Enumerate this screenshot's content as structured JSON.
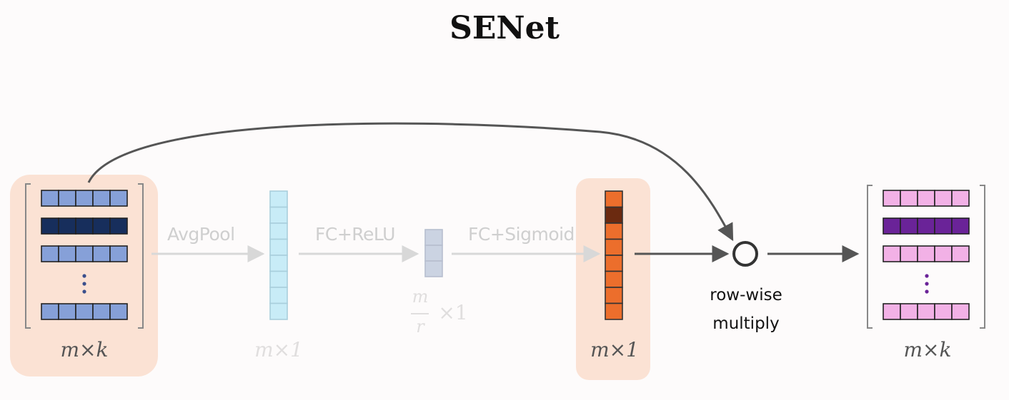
{
  "title": "SENet",
  "steps": {
    "avgpool": "AvgPool",
    "fc_relu": "FC+ReLU",
    "fc_sigmoid": "FC+Sigmoid"
  },
  "dims": {
    "input": "m×k",
    "pooled": "m×1",
    "reduced_num": "m",
    "reduced_den": "r",
    "reduced_suffix": "×1",
    "weights": "m×1",
    "output": "m×k"
  },
  "operation": {
    "line1": "row-wise",
    "line2": "multiply"
  },
  "colors": {
    "input_cell": "#86a0d8",
    "input_highlight": "#172e5c",
    "pooled_cell": "#c8ecf7",
    "reduced_cell": "#cbd3e2",
    "weight_cell": "#ec6e2c",
    "weight_highlight": "#6b2a10",
    "output_cell": "#f2b1e6",
    "output_highlight": "#6a2398",
    "highlight_box": "#fbe2d4"
  }
}
